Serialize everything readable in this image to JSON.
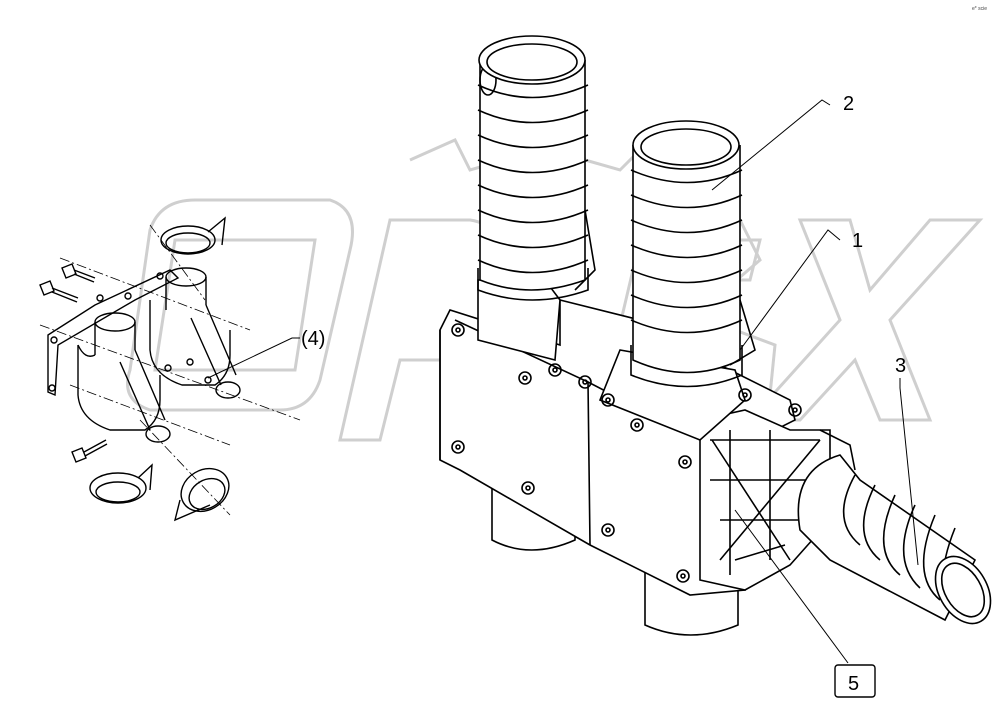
{
  "diagram": {
    "corner_mark": "e* scie",
    "watermark_text": "OPLEX",
    "colors": {
      "line": "#000000",
      "watermark": "#cfcfcf",
      "background": "#ffffff"
    },
    "callouts": {
      "c1": "1",
      "c2": "2",
      "c3": "3",
      "c4": "(4)",
      "c5": "5"
    }
  }
}
